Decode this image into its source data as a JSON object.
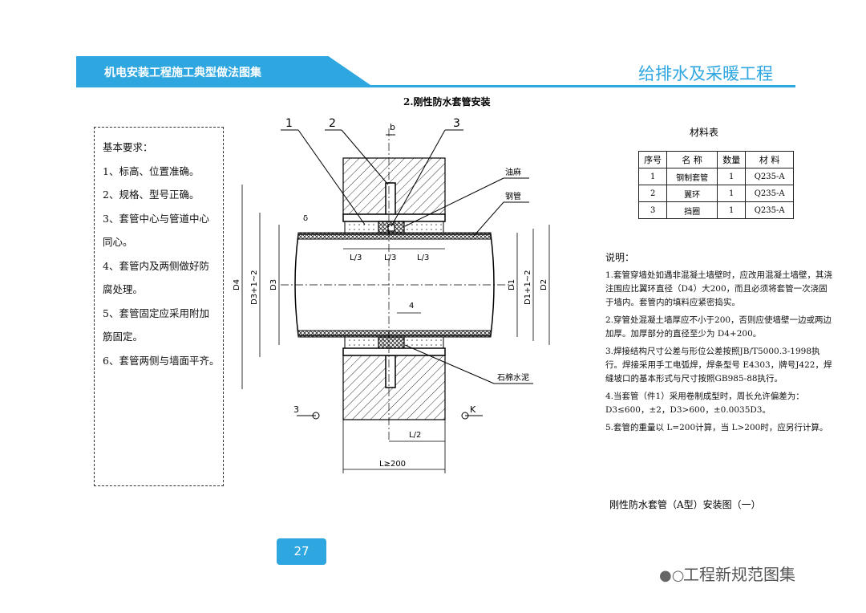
{
  "header": {
    "left_title": "机电安装工程施工典型做法图集",
    "right_title": "给排水及采暖工程"
  },
  "section_title": "2.刚性防水套管安装",
  "requirements": {
    "title": "基本要求：",
    "lines": [
      "1、标高、位置准确。",
      "2、规格、型号正确。",
      "3、套管中心与管道中心",
      "同心。",
      "4、套管内及两侧做好防",
      "腐处理。",
      "5、套管固定应采用附加",
      "筋固定。",
      "6、套管两侧与墙面平齐。"
    ]
  },
  "drawing": {
    "callouts": [
      "1",
      "2",
      "b",
      "3"
    ],
    "labels": {
      "oil_hemp": "油麻",
      "steel_pipe": "钢管",
      "asbestos_cement": "石棉水泥",
      "delta": "δ",
      "l3": "L/3",
      "four": "4",
      "d4": "D4",
      "d3_12": "D3+1~2",
      "d3": "D3",
      "d1": "D1",
      "d1_12": "D1+1~2",
      "d2": "D2",
      "section_left": "3",
      "section_right": "K",
      "l2": "L/2",
      "l200": "L≥200"
    }
  },
  "materials": {
    "title": "材料表",
    "headers": [
      "序号",
      "名 称",
      "数量",
      "材 料"
    ],
    "rows": [
      [
        "1",
        "钢制套管",
        "1",
        "Q235-A"
      ],
      [
        "2",
        "翼环",
        "1",
        "Q235-A"
      ],
      [
        "3",
        "挡圈",
        "1",
        "Q235-A"
      ]
    ]
  },
  "notes": {
    "title": "说明：",
    "items": [
      "1.套管穿墙处如遇非混凝土墙壁时，应改用混凝土墙壁，其浇注围应比翼环直径（D4）大200，而且必须将套管一次浇固于墙内。套管内的填料应紧密捣实。",
      "2.穿管处混凝土墙厚应不小于200，否则应使墙壁一边或两边加厚。加厚部分的直径至少为 D4+200。",
      "3.焊接结构尺寸公差与形位公差按照JB/T5000.3-1998执行。焊接采用手工电弧焊，焊条型号 E4303，牌号J422，焊缝坡口的基本形式与尺寸按照GB985-88执行。",
      "4.当套管（件1）采用卷制成型时，周长允许偏差为：D3≤600，±2，D3>600，±0.0035D3。",
      "5.套管的重量以 L=200计算，当 L>200时，应另行计算。"
    ]
  },
  "caption": "刚性防水套管（A型）安装图（一）",
  "page_number": "27",
  "watermark": "工程新规范图集",
  "colors": {
    "accent": "#2ea7e0"
  }
}
